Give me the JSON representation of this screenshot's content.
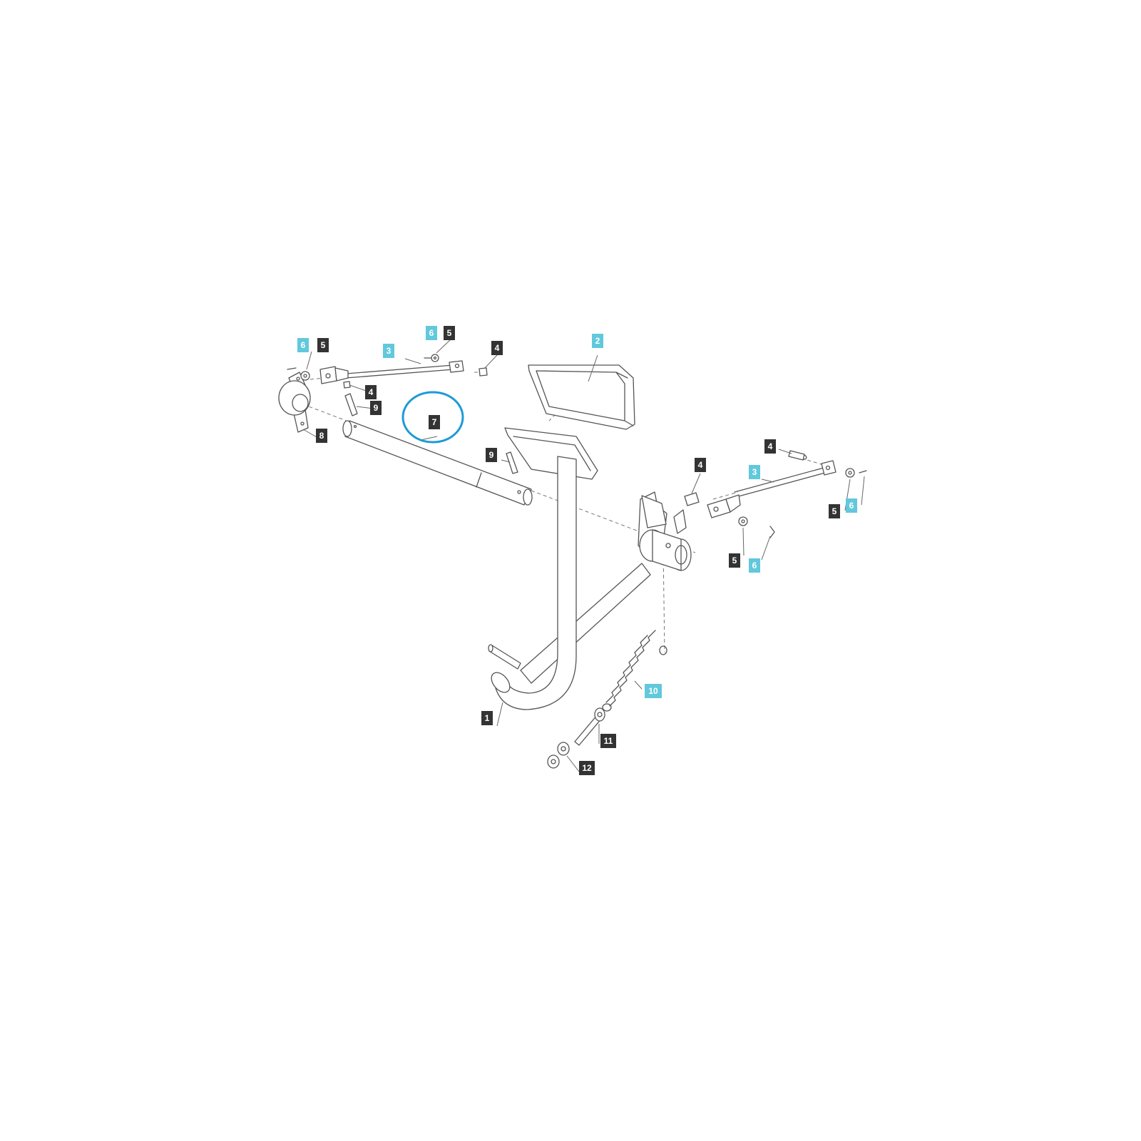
{
  "colors": {
    "label_dark_bg": "#333333",
    "label_dark_fg": "#ffffff",
    "label_accent_bg": "#62c8dc",
    "label_accent_fg": "#ffffff",
    "highlight_ring": "#1e9ad6"
  },
  "highlighted_part": "7",
  "callouts": [
    {
      "id": "c1",
      "text": "1",
      "style": "dark"
    },
    {
      "id": "c2",
      "text": "2",
      "style": "accent"
    },
    {
      "id": "c3a",
      "text": "3",
      "style": "accent"
    },
    {
      "id": "c3b",
      "text": "3",
      "style": "accent"
    },
    {
      "id": "c4a",
      "text": "4",
      "style": "dark"
    },
    {
      "id": "c4b",
      "text": "4",
      "style": "dark"
    },
    {
      "id": "c4c",
      "text": "4",
      "style": "dark"
    },
    {
      "id": "c4d",
      "text": "4",
      "style": "dark"
    },
    {
      "id": "c5a",
      "text": "5",
      "style": "dark"
    },
    {
      "id": "c5b",
      "text": "5",
      "style": "dark"
    },
    {
      "id": "c5c",
      "text": "5",
      "style": "dark"
    },
    {
      "id": "c5d",
      "text": "5",
      "style": "dark"
    },
    {
      "id": "c6a",
      "text": "6",
      "style": "accent"
    },
    {
      "id": "c6b",
      "text": "6",
      "style": "accent"
    },
    {
      "id": "c6c",
      "text": "6",
      "style": "accent"
    },
    {
      "id": "c6d",
      "text": "6",
      "style": "accent"
    },
    {
      "id": "c7",
      "text": "7",
      "style": "dark"
    },
    {
      "id": "c8",
      "text": "8",
      "style": "dark"
    },
    {
      "id": "c9a",
      "text": "9",
      "style": "dark"
    },
    {
      "id": "c9b",
      "text": "9",
      "style": "dark"
    },
    {
      "id": "c10",
      "text": "10",
      "style": "accent"
    },
    {
      "id": "c11",
      "text": "11",
      "style": "dark"
    },
    {
      "id": "c12",
      "text": "12",
      "style": "dark"
    }
  ]
}
